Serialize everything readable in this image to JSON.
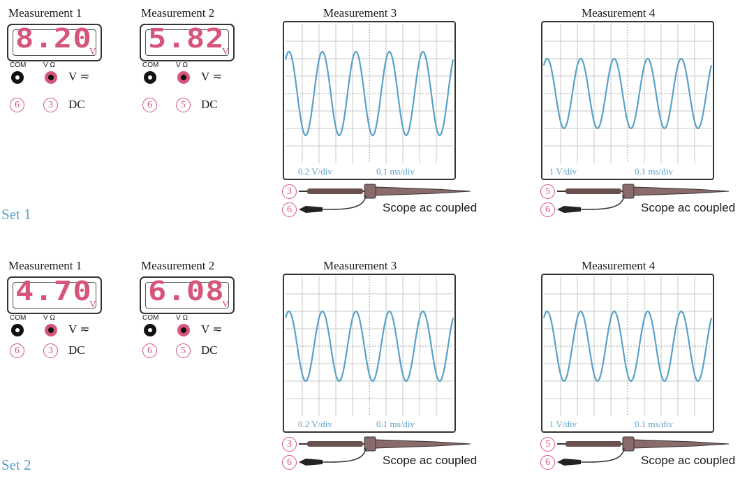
{
  "sets": [
    {
      "label": "Set 1",
      "meters": [
        {
          "title": "Measurement 1",
          "reading": "8.20",
          "unit": "V",
          "com_label": "COM",
          "v_label": "V Ω",
          "com_node": "6",
          "v_node": "3",
          "function": "V ≂",
          "mode": "DC"
        },
        {
          "title": "Measurement 2",
          "reading": "5.82",
          "unit": "V",
          "com_label": "COM",
          "v_label": "V Ω",
          "com_node": "6",
          "v_node": "5",
          "function": "V ≂",
          "mode": "DC"
        }
      ],
      "scopes": [
        {
          "title": "Measurement 3",
          "volts_div": "0.2 V/div",
          "time_div": "0.1 ms/div",
          "amplitude_div": 2.4,
          "cycles": 5,
          "probe_tip_node": "3",
          "probe_ground_node": "6",
          "coupling": "Scope ac coupled"
        },
        {
          "title": "Measurement 4",
          "volts_div": "1 V/div",
          "time_div": "0.1 ms/div",
          "amplitude_div": 2.0,
          "cycles": 5,
          "probe_tip_node": "5",
          "probe_ground_node": "6",
          "coupling": "Scope ac coupled"
        }
      ]
    },
    {
      "label": "Set 2",
      "meters": [
        {
          "title": "Measurement 1",
          "reading": "4.70",
          "unit": "V",
          "com_label": "COM",
          "v_label": "V Ω",
          "com_node": "6",
          "v_node": "3",
          "function": "V ≂",
          "mode": "DC"
        },
        {
          "title": "Measurement 2",
          "reading": "6.08",
          "unit": "V",
          "com_label": "COM",
          "v_label": "V Ω",
          "com_node": "6",
          "v_node": "5",
          "function": "V ≂",
          "mode": "DC"
        }
      ],
      "scopes": [
        {
          "title": "Measurement 3",
          "volts_div": "0.2 V/div",
          "time_div": "0.1 ms/div",
          "amplitude_div": 2.0,
          "cycles": 5,
          "probe_tip_node": "3",
          "probe_ground_node": "6",
          "coupling": "Scope ac coupled"
        },
        {
          "title": "Measurement 4",
          "volts_div": "1 V/div",
          "time_div": "0.1 ms/div",
          "amplitude_div": 2.0,
          "cycles": 5,
          "probe_tip_node": "5",
          "probe_ground_node": "6",
          "coupling": "Scope ac coupled"
        }
      ]
    }
  ],
  "colors": {
    "display": "#d6557a",
    "trace": "#5aa0c8",
    "node": "#d6557a",
    "grid": "#c8c8c8",
    "probe": "#8a6a6a"
  }
}
